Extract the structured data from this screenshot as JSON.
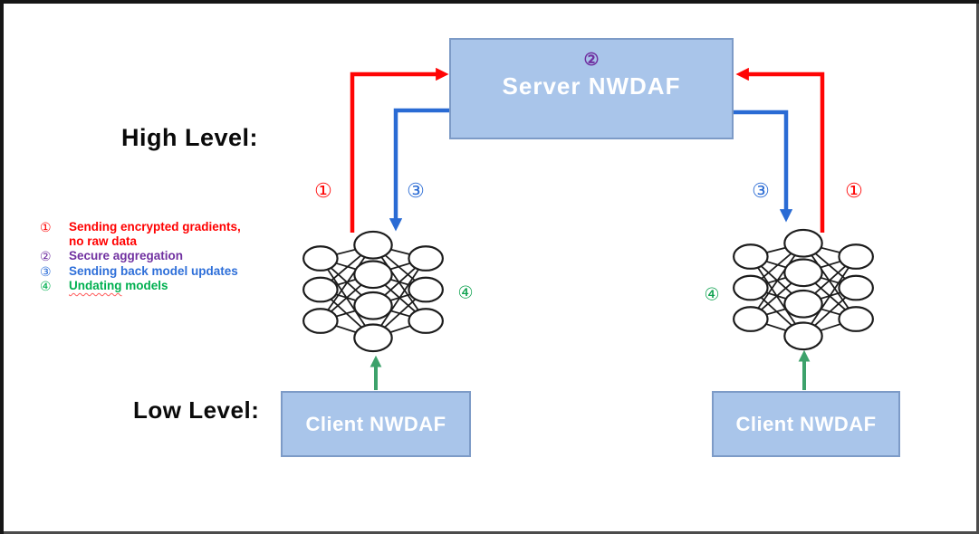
{
  "diagram": {
    "high_level_label": "High Level:",
    "low_level_label": "Low Level:",
    "server_box": {
      "step_marker": "②",
      "label": "Server NWDAF"
    },
    "client_boxes": {
      "left_label": "Client NWDAF",
      "right_label": "Client NWDAF"
    },
    "flow_markers": {
      "left_upload": "①",
      "left_download": "③",
      "right_download": "③",
      "right_upload": "①",
      "left_update": "④",
      "right_update": "④"
    },
    "legend": {
      "items": [
        {
          "num": "①",
          "line1": "Sending encrypted gradients,",
          "line2": "no raw data",
          "color": "#ff0000"
        },
        {
          "num": "②",
          "line1": "Secure aggregation",
          "color": "#7030a0"
        },
        {
          "num": "③",
          "line1": "Sending back model updates",
          "color": "#2e6fd9"
        },
        {
          "num": "④",
          "word": "Undating",
          "rest": " models",
          "color": "#00b050"
        }
      ]
    },
    "colors": {
      "upload_arrow": "#ff0505",
      "download_arrow": "#2a6bd4",
      "update_arrow": "#3da26b",
      "aggregation_marker": "#7030a0",
      "update_marker": "#12a352",
      "box_fill": "#a9c5ea",
      "box_border": "#7d9bc7"
    }
  }
}
